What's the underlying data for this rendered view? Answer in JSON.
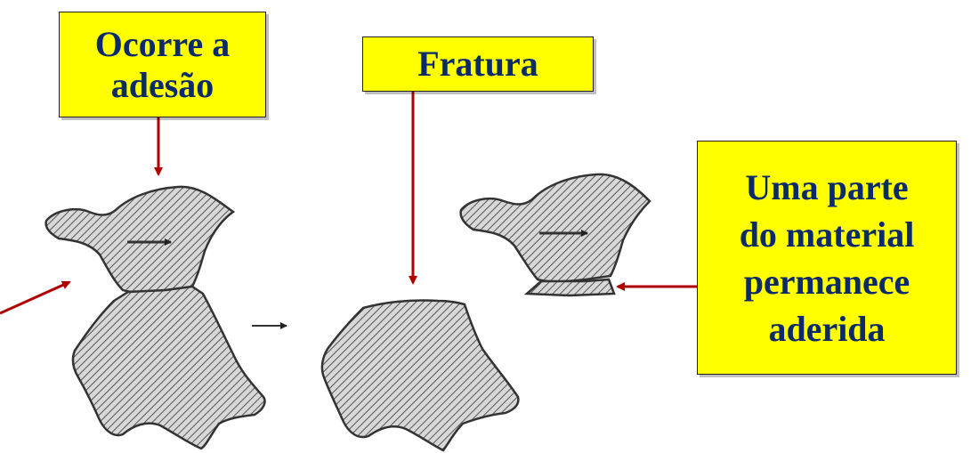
{
  "labels": {
    "adhesion": {
      "line1": "Ocorre a",
      "line2": "adesão"
    },
    "fracture": {
      "text": "Fratura"
    },
    "transfer": {
      "line1": "Uma parte",
      "line2": "do material",
      "line3": "permanece",
      "line4": "aderida"
    }
  },
  "colors": {
    "label_fill": "#ffff00",
    "label_text": "#0a2a6b",
    "arrow": "#b00000",
    "hatch": "#555555"
  }
}
